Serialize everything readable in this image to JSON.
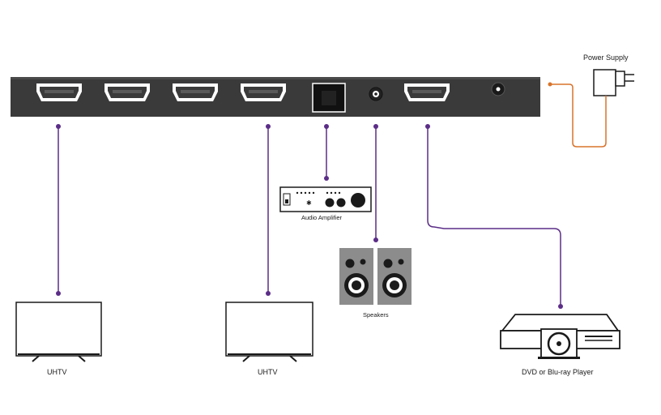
{
  "labels": {
    "power_supply": "Power Supply",
    "audio_amplifier": "Audio Amplifier",
    "speakers": "Speakers",
    "uhtv_left": "UHTV",
    "uhtv_right": "UHTV",
    "player": "DVD or Blu-ray Player"
  },
  "colors": {
    "device_body": "#3a3a3b",
    "hdmi_cable": "#5b2d87",
    "power_cable": "#d9732b",
    "outline": "#1a1a1a",
    "speaker_box": "#8c8c8c"
  },
  "ports": [
    {
      "type": "hdmi-out"
    },
    {
      "type": "hdmi-out"
    },
    {
      "type": "hdmi-out"
    },
    {
      "type": "hdmi-out"
    },
    {
      "type": "optical-audio"
    },
    {
      "type": "analog-audio"
    },
    {
      "type": "hdmi-in"
    },
    {
      "type": "dc-power"
    }
  ],
  "connections": [
    {
      "from": "hdmi-out-1",
      "to": "uhtv-left"
    },
    {
      "from": "hdmi-out-4",
      "to": "uhtv-right"
    },
    {
      "from": "optical-audio",
      "to": "audio-amplifier"
    },
    {
      "from": "analog-audio",
      "to": "speakers"
    },
    {
      "from": "hdmi-in",
      "to": "dvd-or-blu-ray-player"
    },
    {
      "from": "dc-power",
      "to": "power-supply"
    }
  ]
}
